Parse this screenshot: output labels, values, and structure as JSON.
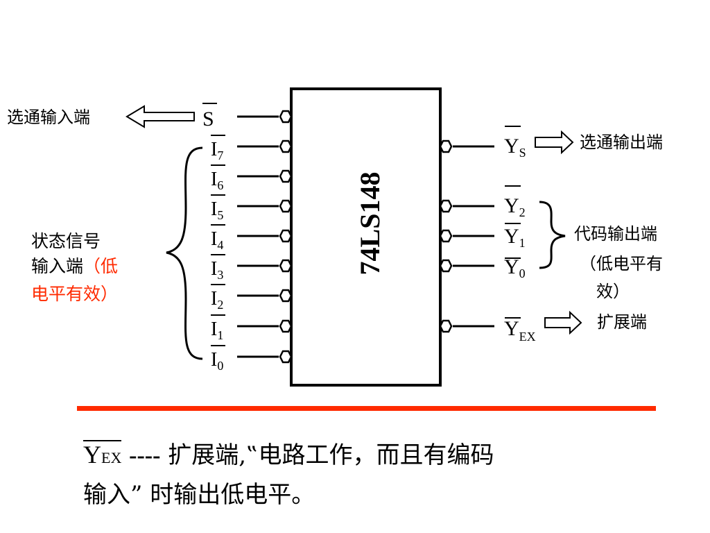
{
  "chip": {
    "name": "74LS148"
  },
  "inputs": {
    "strobe": {
      "symbol": "S",
      "label": "选通输入端"
    },
    "lines": [
      {
        "base": "I",
        "sub": "7"
      },
      {
        "base": "I",
        "sub": "6"
      },
      {
        "base": "I",
        "sub": "5"
      },
      {
        "base": "I",
        "sub": "4"
      },
      {
        "base": "I",
        "sub": "3"
      },
      {
        "base": "I",
        "sub": "2"
      },
      {
        "base": "I",
        "sub": "1"
      },
      {
        "base": "I",
        "sub": "0"
      }
    ],
    "group_label": {
      "line1": "状态信号",
      "line2a": "输入端",
      "line2b": "（低",
      "line3": "电平有效）"
    }
  },
  "outputs": {
    "ys": {
      "base": "Y",
      "sub": "S",
      "label": "选通输出端"
    },
    "code": [
      {
        "base": "Y",
        "sub": "2"
      },
      {
        "base": "Y",
        "sub": "1"
      },
      {
        "base": "Y",
        "sub": "0"
      }
    ],
    "code_label": {
      "line1": "代码输出端",
      "line2": "（低电平有",
      "line3": "效）"
    },
    "yex": {
      "base": "Y",
      "sub": "EX",
      "label": "扩展端"
    }
  },
  "note": {
    "sym_base": "Y",
    "sym_sub": "EX",
    "dashes": "----",
    "text1": "扩展端,‟电路工作，而且有编码",
    "text2": "输入” 时输出低电平。"
  },
  "colors": {
    "accent_red": "#ff2a00",
    "line": "#000000"
  }
}
